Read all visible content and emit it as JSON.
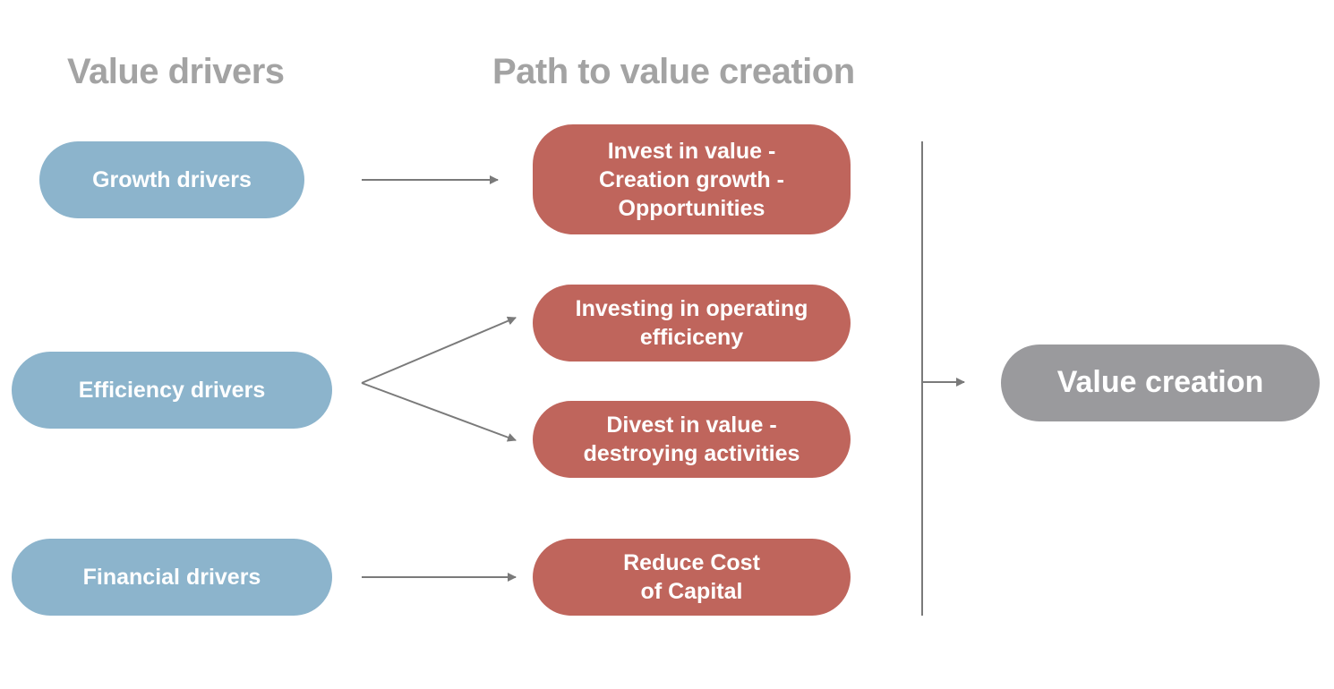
{
  "headings": {
    "drivers": "Value drivers",
    "path": "Path to value creation"
  },
  "drivers": {
    "growth": "Growth drivers",
    "efficiency": "Efficiency drivers",
    "financial": "Financial drivers"
  },
  "paths": {
    "invest": "Invest in value -\nCreation growth -\nOpportunities",
    "operating": "Investing in operating\nefficiceny",
    "divest": "Divest in value -\ndestroying activities",
    "capital": "Reduce Cost\nof Capital"
  },
  "outcome": "Value creation",
  "colors": {
    "driver_fill": "#8cb4cc",
    "path_fill": "#bf655c",
    "outcome_fill": "#9a9a9d",
    "heading_text": "#a3a3a3",
    "connector": "#7a7a7a"
  }
}
